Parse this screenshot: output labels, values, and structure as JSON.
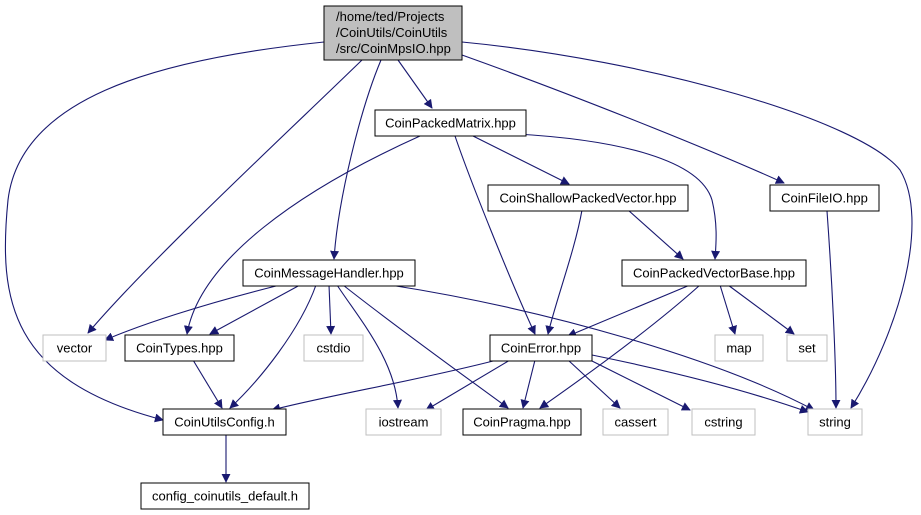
{
  "colors": {
    "edge": "#191970",
    "root_fill": "#bfbfbf",
    "node_border": "#000000",
    "node_fill": "#ffffff",
    "external_border": "#bfbfbf",
    "external_text": "#000000"
  },
  "nodes": {
    "root": {
      "label_lines": [
        "/home/ted/Projects",
        "/CoinUtils/CoinUtils",
        "/src/CoinMpsIO.hpp"
      ]
    },
    "packed_matrix": {
      "label": "CoinPackedMatrix.hpp"
    },
    "shallow_packed_vector": {
      "label": "CoinShallowPackedVector.hpp"
    },
    "file_io": {
      "label": "CoinFileIO.hpp"
    },
    "message_handler": {
      "label": "CoinMessageHandler.hpp"
    },
    "packed_vector_base": {
      "label": "CoinPackedVectorBase.hpp"
    },
    "vector": {
      "label": "vector"
    },
    "types": {
      "label": "CoinTypes.hpp"
    },
    "cstdio": {
      "label": "cstdio"
    },
    "error": {
      "label": "CoinError.hpp"
    },
    "map": {
      "label": "map"
    },
    "set": {
      "label": "set"
    },
    "utils_config": {
      "label": "CoinUtilsConfig.h"
    },
    "iostream": {
      "label": "iostream"
    },
    "pragma": {
      "label": "CoinPragma.hpp"
    },
    "cassert": {
      "label": "cassert"
    },
    "cstring": {
      "label": "cstring"
    },
    "string": {
      "label": "string"
    },
    "config_default": {
      "label": "config_coinutils_default.h"
    }
  }
}
